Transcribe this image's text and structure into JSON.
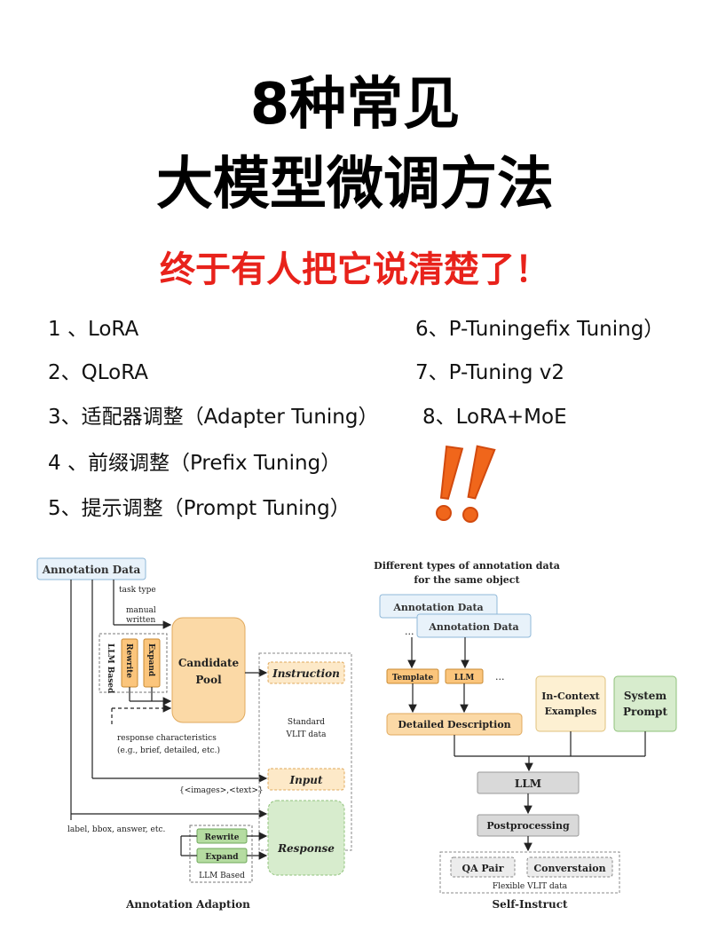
{
  "title": {
    "line1": "8种常见",
    "line2": "大模型微调方法",
    "subtitle": "终于有人把它说清楚了！"
  },
  "methods": [
    "1 、LoRA",
    "2、QLoRA",
    "3、适配器调整（Adapter Tuning）",
    "4 、前缀调整（Prefix Tuning）",
    "5、提示调整（Prompt Tuning）",
    "6、P-Tuningefix Tuning）",
    "7、P-Tuning v2",
    "8、LoRA+MoE"
  ],
  "colors": {
    "title": "#000000",
    "subtitle": "#e8221b",
    "exclaim": "#f0661b",
    "orange_box": "#fbd9a6",
    "green_box": "#d7eccd",
    "blue_box": "#e8f2fa"
  },
  "left_diagram": {
    "annotation_data": "Annotation Data",
    "task_type": "task type",
    "manual": "manual",
    "written": "written",
    "llm_based_vertical": "LLM Based",
    "rewrite": "Rewrite",
    "expand": "Expand",
    "candidate": "Candidate",
    "pool": "Pool",
    "instruction": "Instruction",
    "standard": "Standard",
    "vlit_data": "VLIT data",
    "resp_char_1": "response characteristics",
    "resp_char_2": "(e.g., brief, detailed, etc.)",
    "input": "Input",
    "images_text": "{<images>,<text>}",
    "label_bbox": "label, bbox, answer, etc.",
    "rewrite2": "Rewrite",
    "expand2": "Expand",
    "llm_based": "LLM Based",
    "response": "Response",
    "caption": "Annotation Adaption"
  },
  "right_diagram": {
    "header_1": "Different types of annotation data",
    "header_2": "for the same object",
    "annotation_back": "Annotation Data",
    "annotation_front": "Annotation Data",
    "dots1": "...",
    "dots2": "...",
    "template": "Template",
    "llm_small": "LLM",
    "detailed": "Detailed Description",
    "in_context_1": "In-Context",
    "in_context_2": "Examples",
    "system_1": "System",
    "system_2": "Prompt",
    "llm": "LLM",
    "postprocessing": "Postprocessing",
    "qa_pair": "QA Pair",
    "conversation": "Converstaion",
    "flexible": "Flexible VLIT data",
    "caption": "Self-Instruct"
  }
}
